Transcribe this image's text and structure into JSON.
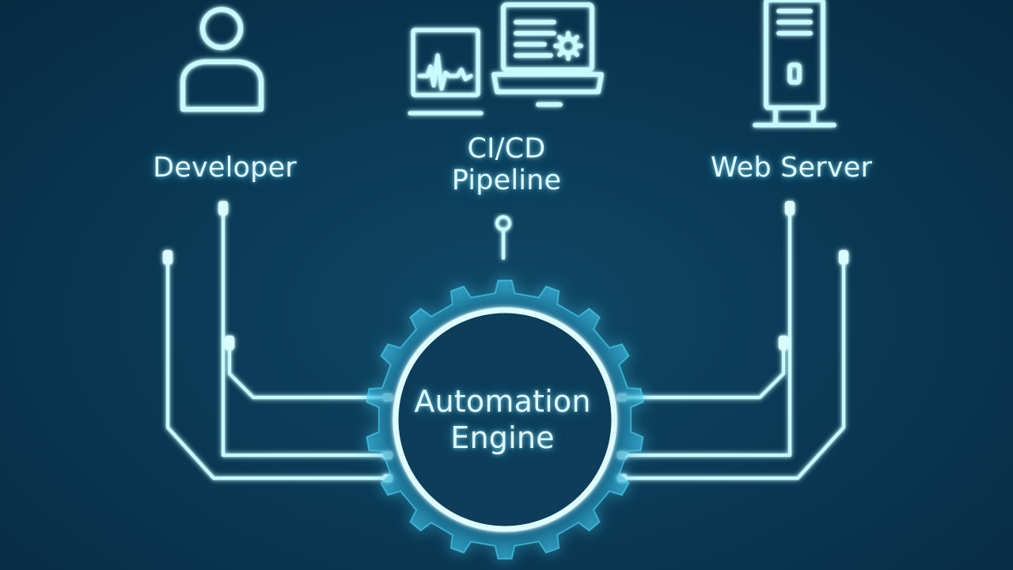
{
  "nodes": {
    "developer": {
      "label": "Developer"
    },
    "cicd": {
      "label_line1": "CI/CD",
      "label_line2": "Pipeline"
    },
    "webserver": {
      "label": "Web Server"
    }
  },
  "engine": {
    "label_line1": "Automation",
    "label_line2": "Engine"
  },
  "colors": {
    "background": "#0a3a55",
    "glow": "#8ff3ff",
    "line": "#c8fbff",
    "text": "#dff8ff"
  },
  "icons": {
    "developer": "person-icon",
    "cicd_monitor": "waveform-monitor-icon",
    "cicd_laptop": "laptop-gear-icon",
    "webserver": "server-tower-icon",
    "engine": "gear-icon"
  }
}
